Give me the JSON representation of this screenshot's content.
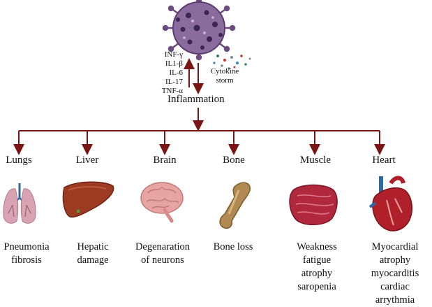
{
  "cytokines": [
    "INF-γ",
    "IL1-β",
    "IL-6",
    "IL-17",
    "TNF-α"
  ],
  "cytokine_storm": [
    "Cytokine",
    "storm"
  ],
  "inflammation": "Inflammation",
  "organs": [
    {
      "name": "Lungs",
      "effects": [
        "Pneumonia",
        "fibrosis"
      ]
    },
    {
      "name": "Liver",
      "effects": [
        "Hepatic",
        "damage"
      ]
    },
    {
      "name": "Brain",
      "effects": [
        "Degenaration",
        "of neurons"
      ]
    },
    {
      "name": "Bone",
      "effects": [
        "Bone loss"
      ]
    },
    {
      "name": "Muscle",
      "effects": [
        "Weakness",
        "fatigue",
        "atrophy",
        "saropenia"
      ]
    },
    {
      "name": "Heart",
      "effects": [
        "Myocardial",
        "atrophy",
        "myocarditis",
        "cardiac arrythmia"
      ]
    }
  ],
  "colors": {
    "arrow": "#7b1414",
    "virus": "#6b4c7f",
    "virus_spot": "#3e2454",
    "lung": "#d9a3b3",
    "liver": "#9c3a22",
    "brain": "#e8a3a3",
    "bone": "#b08a52",
    "muscle": "#b0283c",
    "heart": "#b0202a"
  }
}
